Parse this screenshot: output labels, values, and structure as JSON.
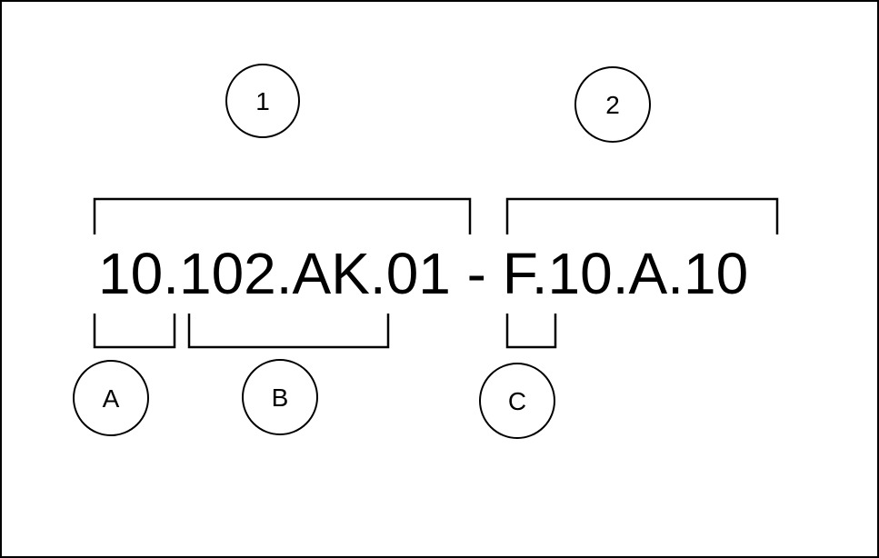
{
  "diagram": {
    "code": "10.102.AK.01 - F.10.A.10",
    "markers": {
      "one": "1",
      "two": "2",
      "a": "A",
      "b": "B",
      "c": "C"
    }
  },
  "colors": {
    "stroke": "#000000",
    "background": "#ffffff"
  }
}
